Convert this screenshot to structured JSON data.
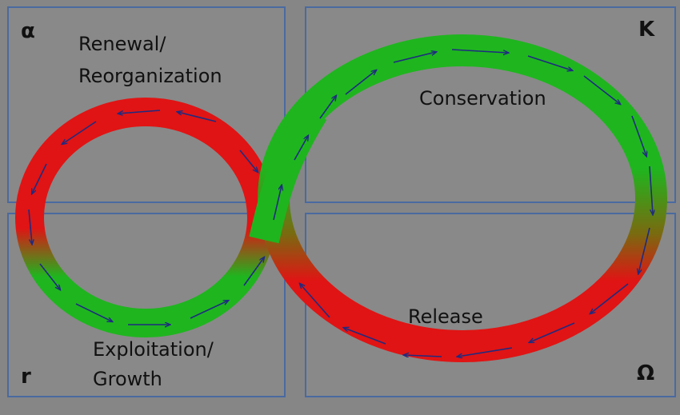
{
  "corners": {
    "alpha": "α",
    "k": "K",
    "r": "r",
    "omega": "Ω"
  },
  "phases": {
    "renewal": [
      "Renewal/",
      "Reorganization"
    ],
    "conservation": "Conservation",
    "exploitation": [
      "Exploitation/",
      "Growth"
    ],
    "release": "Release"
  },
  "colors": {
    "background": "#868686",
    "quadrant": "#898989",
    "quadrant_border": "#4a6aa0",
    "growth": "#1fb51f",
    "release": "#e01414",
    "arrow": "#1f2b80"
  }
}
